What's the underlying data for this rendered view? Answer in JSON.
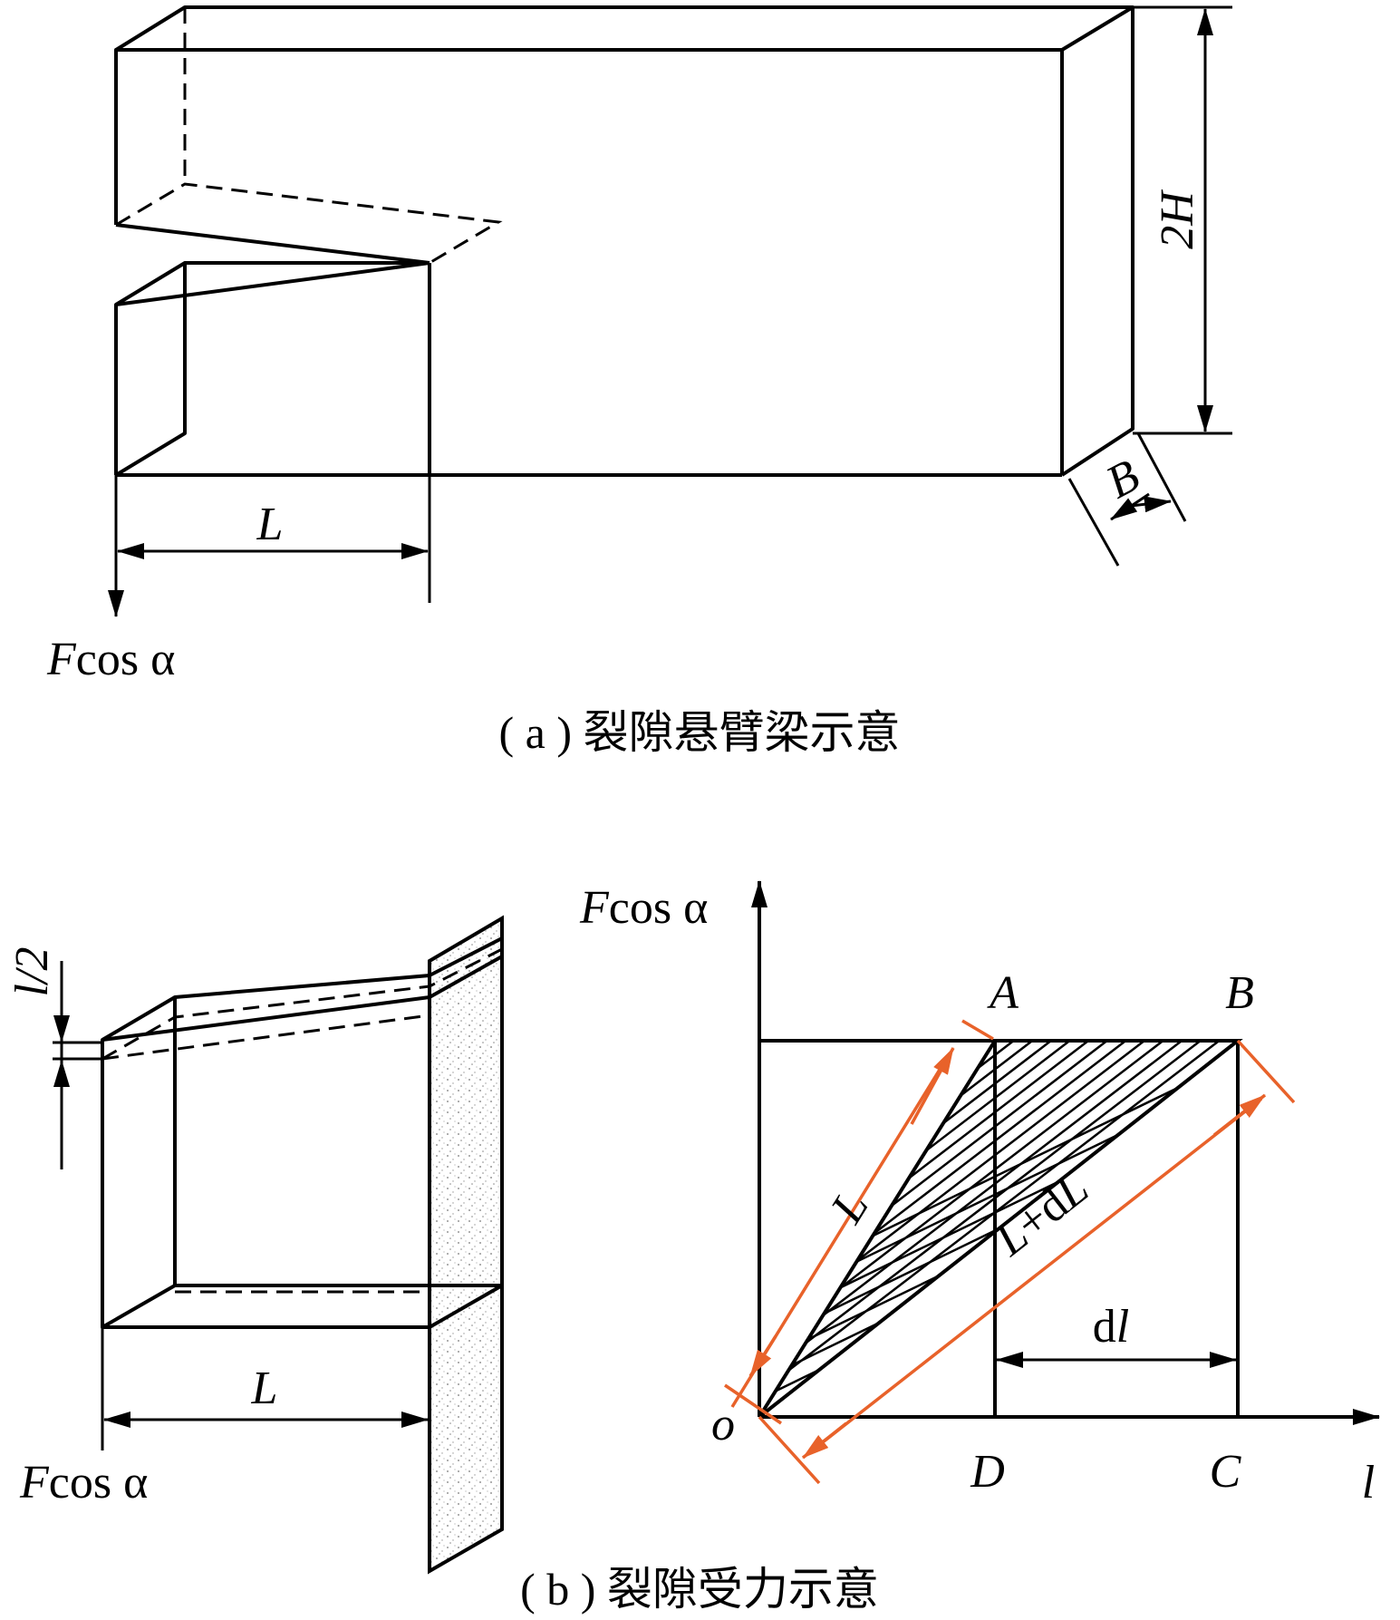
{
  "figure_a": {
    "label_L": "L",
    "label_2H": "2H",
    "label_B": "B",
    "label_force_F": "F",
    "label_force_rest": "cos α",
    "caption": "( a ) 裂隙悬臂梁示意"
  },
  "figure_b_left": {
    "label_l2": "l/2",
    "label_L": "L",
    "label_force_F": "F",
    "label_force_rest": "cos α"
  },
  "figure_b_graph": {
    "axis_y_F": "F",
    "axis_y_rest": "cos α",
    "axis_x": "l",
    "point_A": "A",
    "point_B": "B",
    "point_C": "C",
    "point_D": "D",
    "point_o": "o",
    "label_L": "L",
    "label_LdL_1": "L",
    "label_LdL_2": "+d",
    "label_LdL_3": "L",
    "label_dl_1": "d",
    "label_dl_2": "l"
  },
  "caption_b": "( b ) 裂隙受力示意",
  "colors": {
    "annotation": "#e8622a",
    "line": "#000000"
  }
}
